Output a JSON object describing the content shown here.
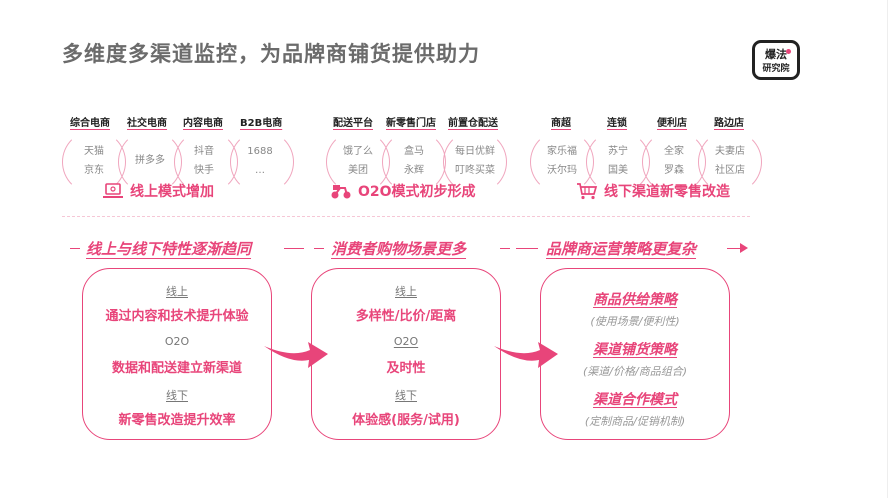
{
  "title": "多维度多渠道监控，为品牌商铺货提供助力",
  "logo": {
    "line1": "爆法",
    "line2": "研究院"
  },
  "top": {
    "online": {
      "categories": [
        "综合电商",
        "社交电商",
        "内容电商",
        "B2B电商"
      ],
      "items": [
        [
          "天猫",
          "京东"
        ],
        [
          "拼多多"
        ],
        [
          "抖音",
          "快手"
        ],
        [
          "1688",
          "…"
        ]
      ],
      "label": "线上模式增加"
    },
    "o2o": {
      "categories": [
        "配送平台",
        "新零售门店",
        "前置仓配送"
      ],
      "items": [
        [
          "饿了么",
          "美团"
        ],
        [
          "盒马",
          "永辉"
        ],
        [
          "每日优鲜",
          "叮咚买菜"
        ]
      ],
      "label": "O2O模式初步形成"
    },
    "offline": {
      "categories": [
        "商超",
        "连锁",
        "便利店",
        "路边店"
      ],
      "items": [
        [
          "家乐福",
          "沃尔玛"
        ],
        [
          "苏宁",
          "国美"
        ],
        [
          "全家",
          "罗森"
        ],
        [
          "夫妻店",
          "社区店"
        ]
      ],
      "label": "线下渠道新零售改造"
    }
  },
  "sections": [
    {
      "title": "线上与线下特性逐渐趋同",
      "rows": [
        {
          "label": "线上",
          "text": "通过内容和技术提升体验"
        },
        {
          "label": "O2O",
          "text": "数据和配送建立新渠道"
        },
        {
          "label": "线下",
          "text": "新零售改造提升效率"
        }
      ]
    },
    {
      "title": "消费者购物场景更多",
      "rows": [
        {
          "label": "线上",
          "text": "多样性/比价/距离"
        },
        {
          "label": "O2O",
          "text": "及时性"
        },
        {
          "label": "线下",
          "text": "体验感(服务/试用)"
        }
      ]
    },
    {
      "title": "品牌商运营策略更复杂",
      "rows": [
        {
          "label": "商品供给策略",
          "text": "(使用场景/便利性)"
        },
        {
          "label": "渠道铺货策略",
          "text": "(渠道/价格/商品组合)"
        },
        {
          "label": "渠道合作模式",
          "text": "(定制商品/促销机制)"
        }
      ]
    }
  ],
  "colors": {
    "accent": "#e8457a",
    "arc": "#f0a6be",
    "title": "#6b6b6b"
  }
}
